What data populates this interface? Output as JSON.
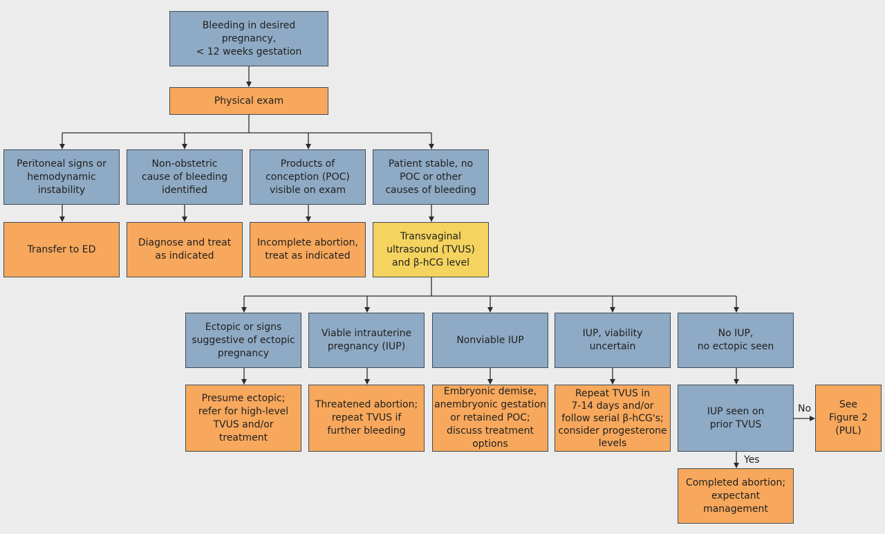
{
  "nodes": {
    "start": "Bleeding in desired\npregnancy,\n< 12 weeks gestation",
    "exam": "Physical exam",
    "peritoneal": "Peritoneal signs or\nhemodynamic\ninstability",
    "nonobstetric": "Non-obstetric\ncause of bleeding\nidentified",
    "poc_visible": "Products of\nconception (POC)\nvisible on exam",
    "stable": "Patient stable, no\nPOC or other\ncauses of bleeding",
    "transfer": "Transfer to ED",
    "diagnose": "Diagnose and treat\nas indicated",
    "incomplete": "Incomplete abortion,\ntreat as indicated",
    "tvus": "Transvaginal\nultrasound (TVUS)\nand β-hCG level",
    "ectopic": "Ectopic or signs\nsuggestive of ectopic\npregnancy",
    "viable": "Viable intrauterine\npregnancy (IUP)",
    "nonviable": "Nonviable IUP",
    "uncertain": "IUP, viability\nuncertain",
    "no_iup": "No IUP,\nno ectopic seen",
    "presume_ectopic": "Presume ectopic;\nrefer for high-level\nTVUS and/or\ntreatment",
    "threatened": "Threatened abortion;\nrepeat TVUS if\nfurther bleeding",
    "demise": "Embryonic demise,\nanembryonic gestation\nor retained POC;\ndiscuss treatment options",
    "repeat_tvus": "Repeat TVUS in\n7-14 days and/or\nfollow serial β-hCG's;\nconsider progesterone\nlevels",
    "iup_prior": "IUP seen on\nprior TVUS",
    "see_fig2": "See\nFigure 2\n(PUL)",
    "completed": "Completed abortion;\nexpectant\nmanagement"
  },
  "edge_labels": {
    "no": "No",
    "yes": "Yes"
  },
  "colors": {
    "decision": "#8faac4",
    "action": "#f7a85c",
    "test": "#f4d35e",
    "background": "#ececec"
  }
}
